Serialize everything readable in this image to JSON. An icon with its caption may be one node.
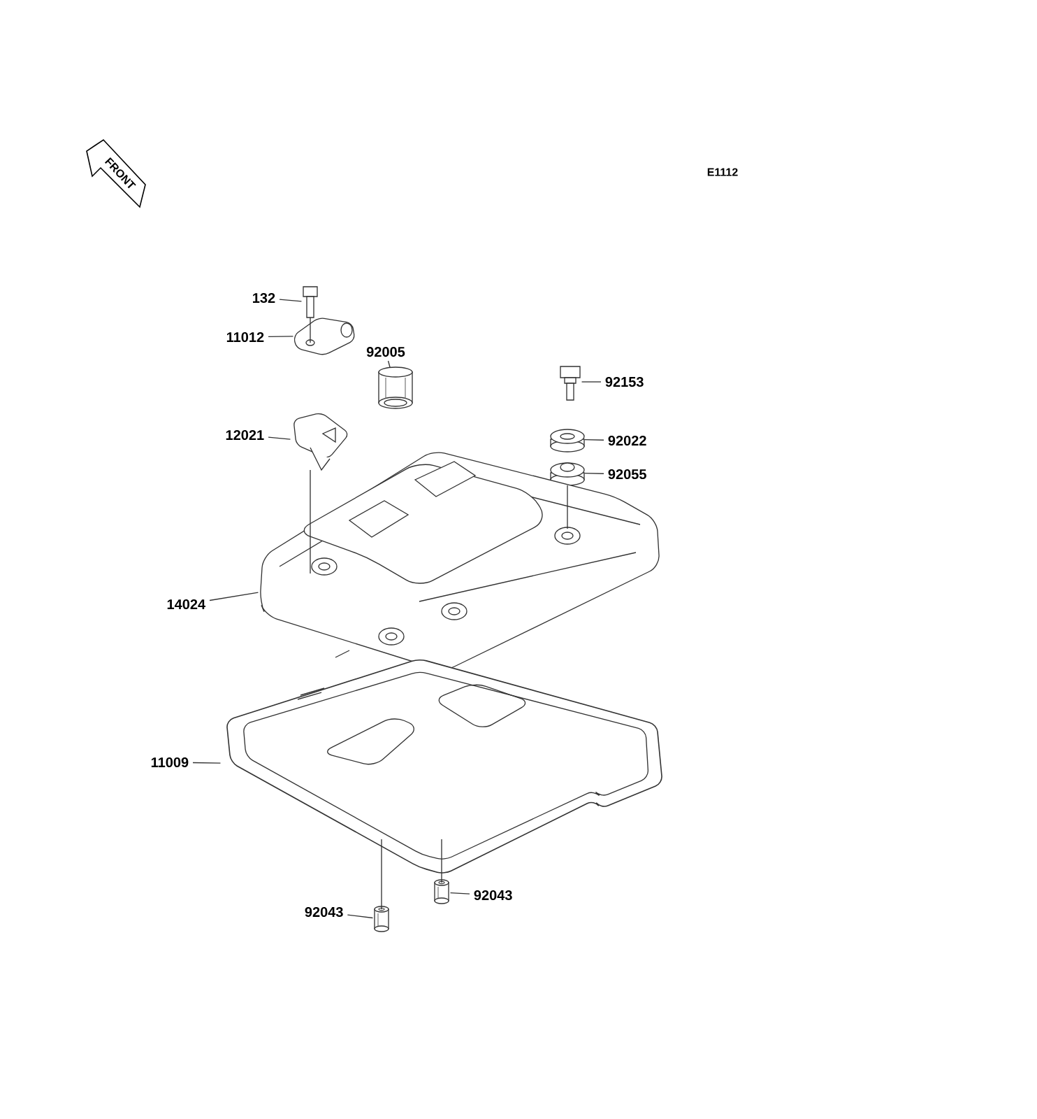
{
  "diagram": {
    "nodes": [
      {
        "text": [
          "132"
        ]
      },
      {
        "text": [],
        "shape": "picture"
      },
      {
        "text": [
          "11012"
        ]
      },
      {
        "text": [],
        "shape": "picture"
      },
      {
        "text": [
          "92005"
        ]
      },
      {
        "text": [],
        "shape": "picture"
      },
      {
        "text": [
          "92153"
        ]
      },
      {
        "text": [],
        "shape": "picture"
      },
      {
        "text": [
          "12021"
        ]
      },
      {
        "text": [],
        "shape": "picture"
      },
      {
        "text": [
          "92022"
        ]
      },
      {
        "text": [],
        "shape": "picture"
      },
      {
        "text": [
          "92055"
        ]
      },
      {
        "text": [],
        "shape": "picture"
      },
      {
        "text": [
          "14024"
        ]
      },
      {
        "text": [],
        "shape": "picture"
      },
      {
        "text": [
          "11009"
        ]
      },
      {
        "text": [],
        "shape": "picture"
      },
      {
        "text": [
          "92043"
        ]
      },
      {
        "text": [],
        "shape": "picture"
      },
      {
        "text": [
          "92043"
        ]
      },
      {
        "text": [],
        "shape": "picture"
      }
    ],
    "edges": [
      {
        "from": 0,
        "to": 1,
        "arrow": "none"
      },
      {
        "from": 2,
        "to": 3,
        "arrow": "none"
      },
      {
        "from": 4,
        "to": 5,
        "arrow": "none"
      },
      {
        "from": 6,
        "to": 7,
        "arrow": "none"
      },
      {
        "from": 8,
        "to": 9,
        "arrow": "none"
      },
      {
        "from": 10,
        "to": 11,
        "arrow": "none"
      },
      {
        "from": 12,
        "to": 13,
        "arrow": "none"
      },
      {
        "from": 14,
        "to": 15,
        "arrow": "none"
      },
      {
        "from": 16,
        "to": 17,
        "arrow": "none"
      },
      {
        "from": 18,
        "to": 19,
        "arrow": "none"
      },
      {
        "from": 20,
        "to": 21,
        "arrow": "none"
      },
      {
        "from": 1,
        "to": 3,
        "arrow": "none"
      },
      {
        "from": 9,
        "to": 15,
        "arrow": "none"
      },
      {
        "from": 13,
        "to": 15,
        "arrow": "none"
      },
      {
        "from": 19,
        "to": 17,
        "arrow": "none"
      },
      {
        "from": 21,
        "to": 17,
        "arrow": "none"
      }
    ],
    "labels": [
      "E1112",
      "FRONT"
    ]
  }
}
